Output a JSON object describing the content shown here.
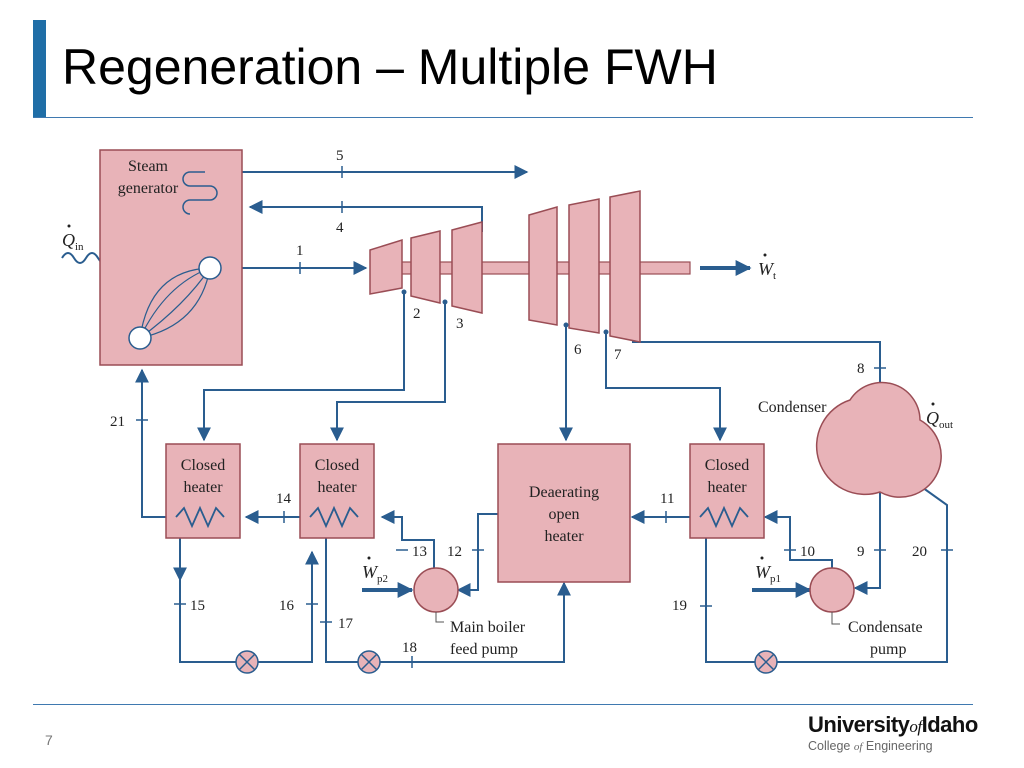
{
  "slide": {
    "title": "Regeneration – Multiple FWH",
    "page_number": "7"
  },
  "logo": {
    "line1_a": "University",
    "line1_of": "of",
    "line1_b": "Idaho",
    "line2_a": "College ",
    "line2_of": "of",
    "line2_b": " Engineering"
  },
  "diagram": {
    "components": {
      "steam_generator": "Steam generator",
      "closed_heater": "Closed heater",
      "deaerator_line1": "Deaerating",
      "deaerator_line2": "open",
      "deaerator_line3": "heater",
      "condenser": "Condenser",
      "main_boiler_feed_pump_line1": "Main boiler",
      "main_boiler_feed_pump_line2": "feed pump",
      "condensate_pump_line1": "Condensate",
      "condensate_pump_line2": "pump"
    },
    "symbols": {
      "q_in": "Q",
      "q_in_sub": "in",
      "q_out": "Q",
      "q_out_sub": "out",
      "w_t": "W",
      "w_t_sub": "t",
      "w_p1": "W",
      "w_p1_sub": "p1",
      "w_p2": "W",
      "w_p2_sub": "p2"
    },
    "states": [
      "1",
      "2",
      "3",
      "4",
      "5",
      "6",
      "7",
      "8",
      "9",
      "10",
      "11",
      "12",
      "13",
      "14",
      "15",
      "16",
      "17",
      "18",
      "19",
      "20",
      "21"
    ]
  },
  "colors": {
    "accent": "#1f6ea7",
    "component_fill": "#e8b3b8",
    "component_stroke": "#9a4d55",
    "line": "#2a5d8f",
    "rule": "#3f79b0"
  }
}
